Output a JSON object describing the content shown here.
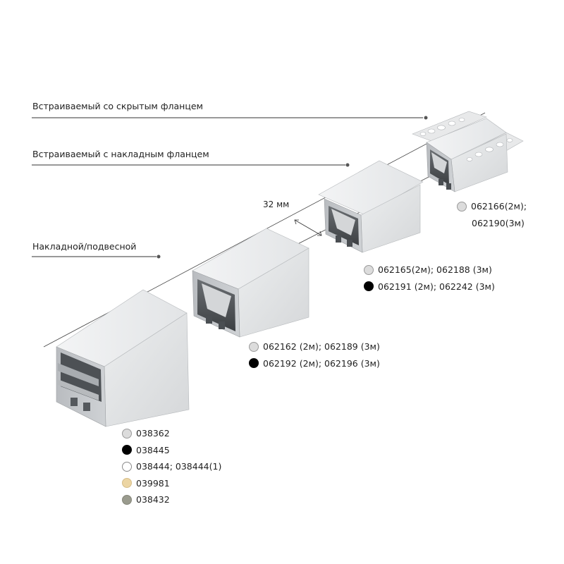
{
  "callouts": {
    "hidden_flange": "Встраиваемый со скрытым фланцем",
    "overlay_flange": "Встраиваемый с накладным фланцем",
    "surface": "Накладной/подвесной"
  },
  "dimension": "32 мм",
  "legend_hidden": [
    {
      "color": "#dcdcdc",
      "text": "062166(2м);"
    },
    {
      "color": null,
      "text": "062190(3м)"
    }
  ],
  "legend_overlay": [
    {
      "color": "#dcdcdc",
      "text": "062165(2м); 062188 (3м)"
    },
    {
      "color": "#000000",
      "text": "062191 (2м); 062242 (3м)"
    }
  ],
  "legend_mid": [
    {
      "color": "#dcdcdc",
      "text": "062162 (2м); 062189 (3м)"
    },
    {
      "color": "#000000",
      "text": "062192 (2м); 062196 (3м)"
    }
  ],
  "legend_surface": [
    {
      "color": "#dcdcdc",
      "text": "038362"
    },
    {
      "color": "#000000",
      "text": "038445"
    },
    {
      "color": "#ffffff",
      "text": "038444; 038444(1)"
    },
    {
      "color": "#ecd5a3",
      "text": "039981"
    },
    {
      "color": "#9a9b8e",
      "text": "038432"
    }
  ]
}
